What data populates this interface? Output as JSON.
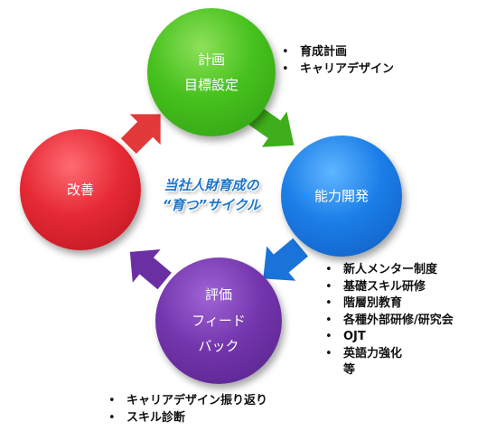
{
  "diagram": {
    "center_title_line1": "当社人財育成の",
    "center_title_line2": "“育つ”サイクル",
    "nodes": {
      "plan": {
        "line1": "計画",
        "line2": "目標設定",
        "color": "#46c11d"
      },
      "development": {
        "line1": "能力開発",
        "color": "#1b7ee8"
      },
      "evaluation": {
        "line1": "評価",
        "line2": "フィード",
        "line3": "バック",
        "color": "#7436ad"
      },
      "improvement": {
        "line1": "改善",
        "color": "#e62a35"
      }
    },
    "lists": {
      "plan": [
        "育成計画",
        "キャリアデザイン"
      ],
      "development": [
        "新人メンター制度",
        "基礎スキル研修",
        "階層別教育",
        "各種外部研修/研究会",
        "OJT",
        "英語力強化"
      ],
      "development_tail": "等",
      "evaluation": [
        "キャリアデザイン振り返り",
        "スキル診断"
      ]
    },
    "arrows": {
      "plan_to_dev": "#3fae1c",
      "dev_to_eval": "#1a73d9",
      "eval_to_imp": "#6a2fa3",
      "imp_to_plan": "#e23a3a"
    }
  }
}
